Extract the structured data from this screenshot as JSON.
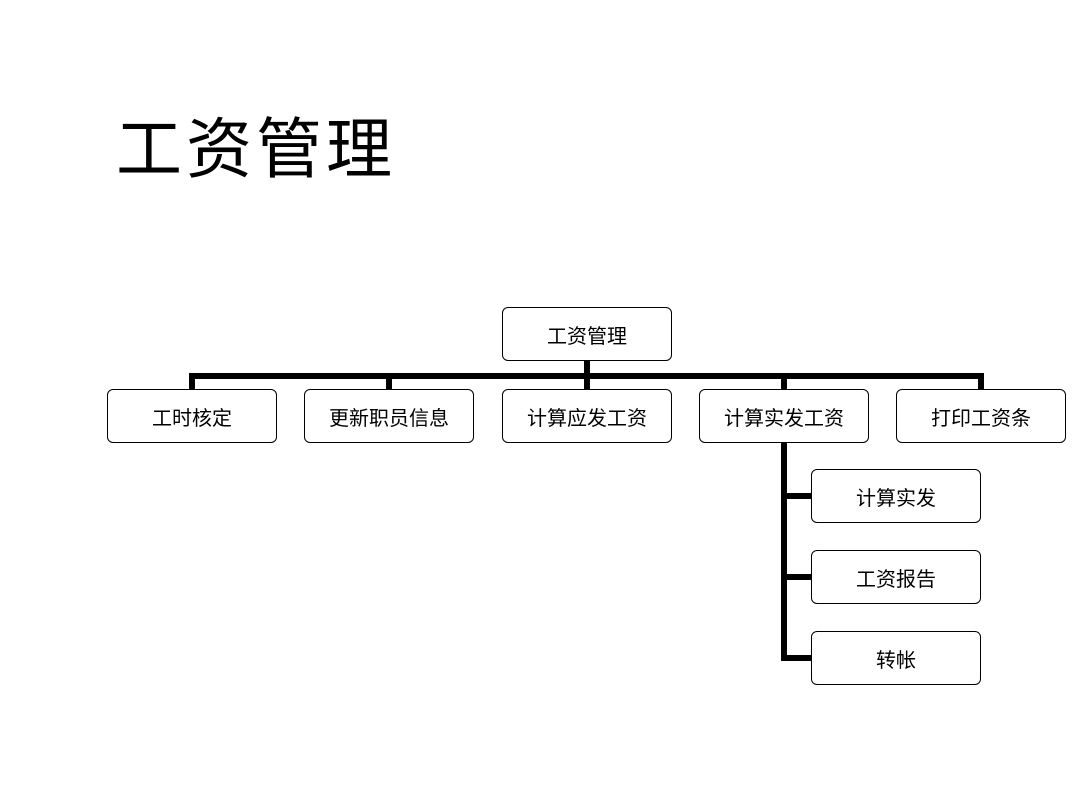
{
  "title": "工资管理",
  "org_chart": {
    "root": "工资管理",
    "children": [
      {
        "label": "工时核定"
      },
      {
        "label": "更新职员信息"
      },
      {
        "label": "计算应发工资"
      },
      {
        "label": "计算实发工资",
        "children": [
          "计算实发",
          "工资报告",
          "转帐"
        ]
      },
      {
        "label": "打印工资条"
      }
    ]
  }
}
